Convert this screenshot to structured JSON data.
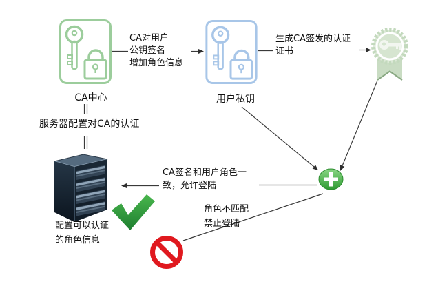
{
  "diagram": {
    "labels": {
      "ca_center": "CA中心",
      "user_private_key": "用户私钥"
    },
    "annotations": {
      "sign_flow": [
        "CA对用户",
        "公钥签名",
        "增加角色信息"
      ],
      "generate_cert": [
        "生成CA签发的认证",
        "证书"
      ],
      "server_config": "服务器配置对CA的认证",
      "allow_login": [
        "CA签名和用户角色一",
        "致，允许登陆"
      ],
      "deny_login": [
        "角色不匹配",
        "禁止登陆"
      ],
      "configured_roles": [
        "配置可以认证",
        "的角色信息"
      ]
    },
    "icons": {
      "ca_center_box": "green-key-padlock-outline",
      "user_key_box": "blue-key-padlock-outline",
      "certificate": "award-ribbon-key-badge",
      "merge_point": "green-plus-circle",
      "allowed": "green-checkmark",
      "denied": "red-no-entry-sign",
      "server": "dark-server-tower"
    },
    "colors": {
      "ca_box_green": "#9ccd9c",
      "user_box_blue": "#a8c6e8",
      "award_green": "#dce9d7",
      "plus_green": "#3fa844",
      "check_green": "#2f9e3f",
      "deny_red": "#e0191f",
      "server_navy": "#1d2a38",
      "line": "#3a3a3a",
      "text": "#000000",
      "background": "#ffffff"
    }
  }
}
